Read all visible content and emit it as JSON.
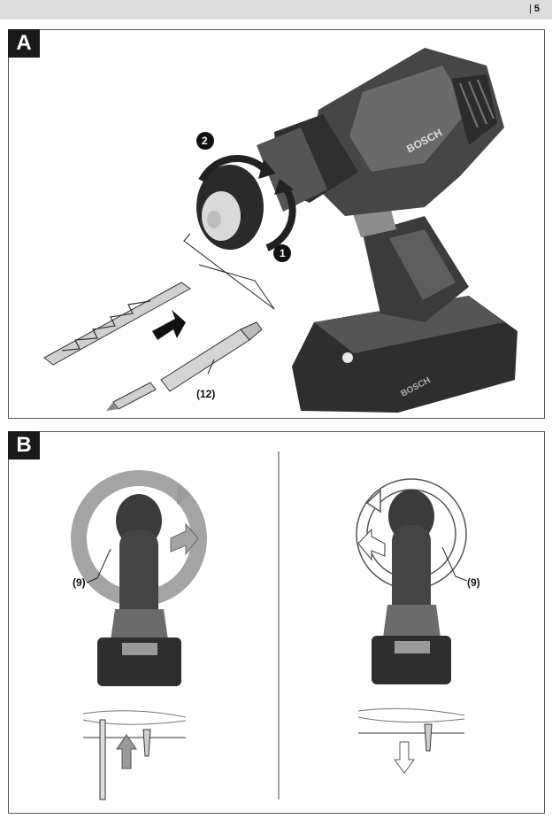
{
  "header": {
    "page_number": "5"
  },
  "panel_a": {
    "label": "A",
    "callout_part": "(12)",
    "step_one": "1",
    "step_two": "2",
    "brand_housing": "BOSCH",
    "brand_battery": "BOSCH"
  },
  "panel_b": {
    "label": "B",
    "callout_left": "(9)",
    "callout_right": "(9)"
  },
  "colors": {
    "tool_dark": "#3a3a3a",
    "tool_mid": "#6b6b6b",
    "tool_light": "#a8a8a8",
    "arrow_grey": "#9a9a9a"
  }
}
